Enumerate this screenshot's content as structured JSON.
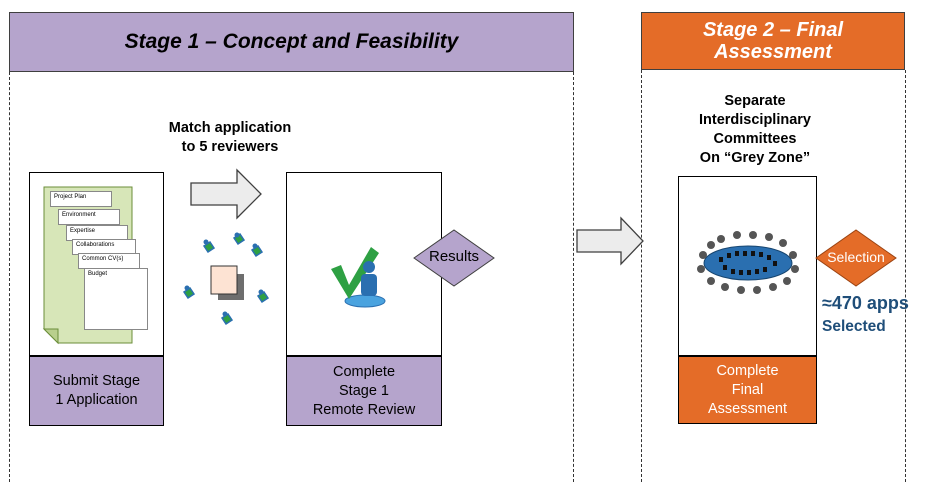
{
  "stage1": {
    "title": "Stage 1 – Concept and Feasibility"
  },
  "stage2": {
    "title_line1": "Stage 2 – Final",
    "title_line2": "Assessment"
  },
  "match_text": {
    "line1": "Match application",
    "line2": "to 5 reviewers"
  },
  "documents": [
    "Project Plan",
    "Environment",
    "Expertise",
    "Collaborations",
    "Common CV(s)",
    "Budget"
  ],
  "submit_box": {
    "line1": "Submit Stage",
    "line2": "1 Application"
  },
  "review_box": {
    "line1": "Complete",
    "line2": "Stage 1",
    "line3": "Remote Review"
  },
  "results_label": "Results",
  "committees": {
    "line1": "Separate",
    "line2": "Interdisciplinary",
    "line3": "Committees",
    "line4": "On “Grey Zone”"
  },
  "final_box": {
    "line1": "Complete",
    "line2": "Final",
    "line3": "Assessment"
  },
  "selection_label": "Selection",
  "selected": {
    "count": "≈470 apps",
    "label": "Selected"
  },
  "colors": {
    "stage1": "#b5a4cc",
    "stage2": "#e46c28",
    "check": "#2ea043",
    "person": "#2a6fb0",
    "doc_bg": "#d7e6b8",
    "selected_text": "#1f4e79"
  }
}
